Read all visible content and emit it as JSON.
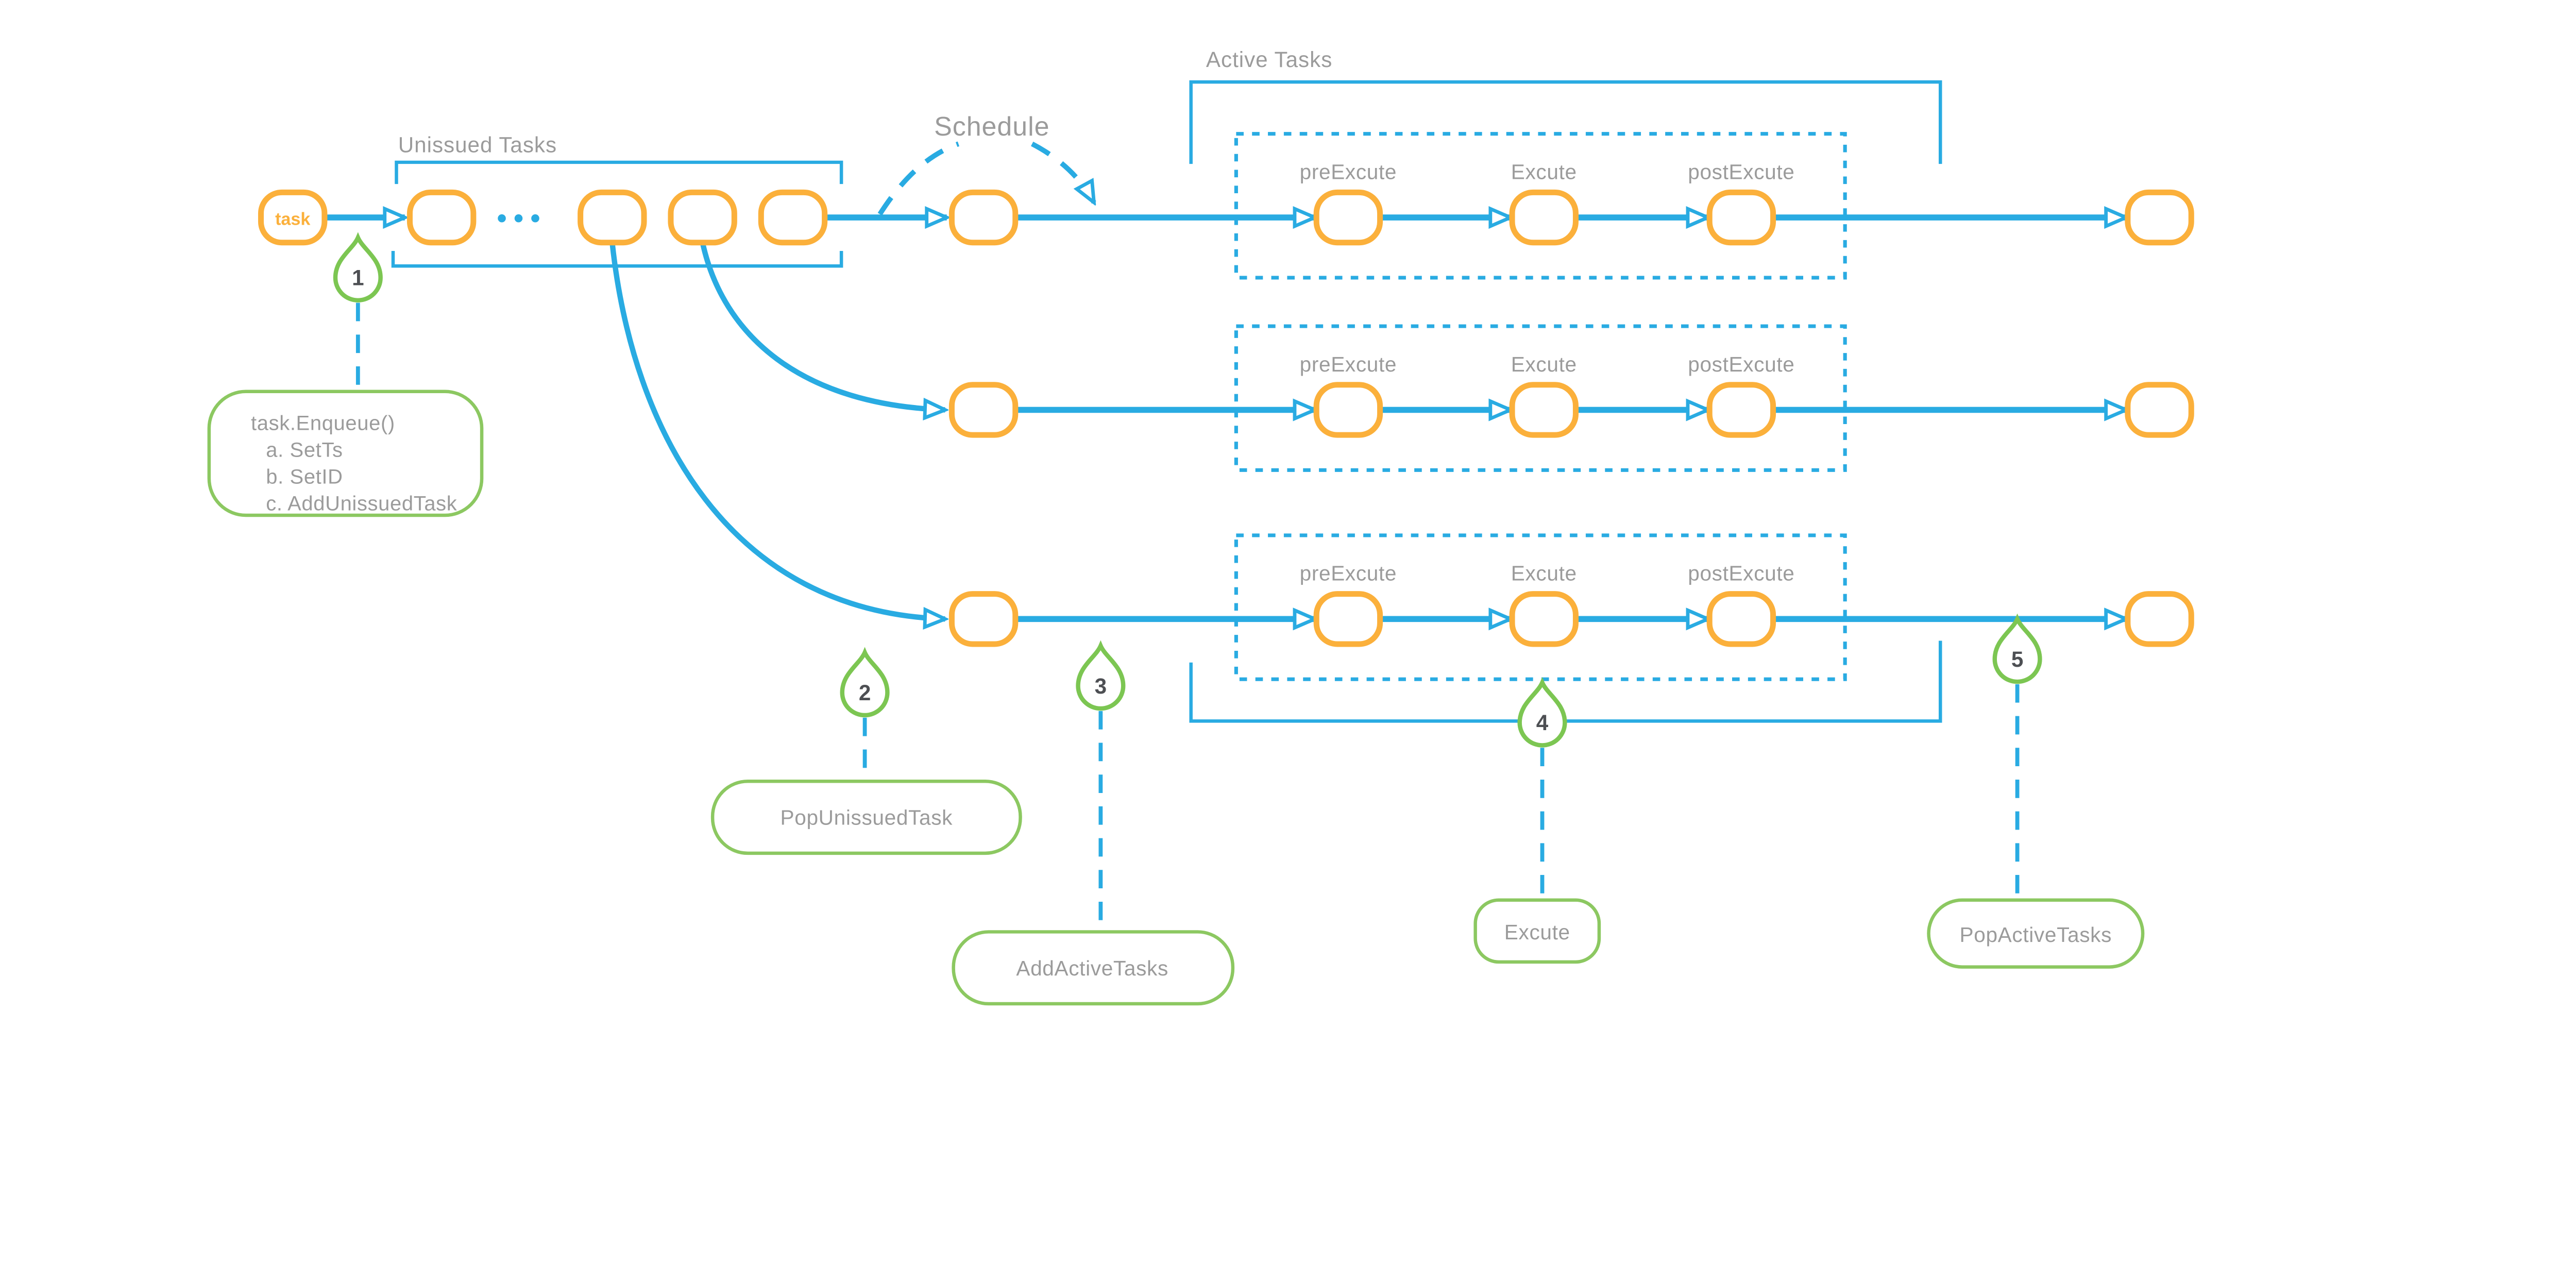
{
  "diagram": {
    "title_labels": {
      "unissued_tasks": "Unissued Tasks",
      "schedule": "Schedule",
      "active_tasks": "Active Tasks"
    },
    "task_node_label": "task",
    "stages": {
      "pre": "preExcute",
      "exec": "Excute",
      "post": "postExcute"
    },
    "markers": [
      {
        "number": "1"
      },
      {
        "number": "2"
      },
      {
        "number": "3"
      },
      {
        "number": "4"
      },
      {
        "number": "5"
      }
    ],
    "annotations": {
      "enqueue_lines": [
        "task.Enqueue()",
        "a. SetTs",
        "b. SetID",
        "c. AddUnissuedTask"
      ],
      "pop_unissued": "PopUnissuedTask",
      "add_active": "AddActiveTasks",
      "excute": "Excute",
      "pop_active": "PopActiveTasks"
    },
    "colors": {
      "flow_blue": "#29ABE2",
      "node_orange": "#FBB03B",
      "marker_green": "#7CC652",
      "annotation_box_green": "#8CC861",
      "label_gray": "#9B9B9B",
      "number_dark": "#4D4F53"
    }
  }
}
